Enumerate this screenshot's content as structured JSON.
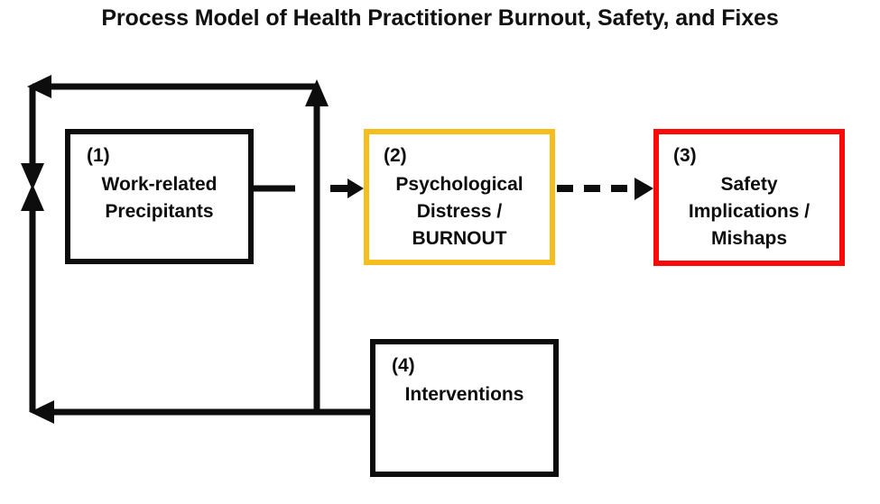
{
  "title": "Process Model of Health Practitioner Burnout, Safety, and Fixes",
  "colors": {
    "background": "#FFFFFF",
    "text": "#0D0D0D",
    "node_1_border": "#0D0D0D",
    "node_2_border": "#F5BE1E",
    "node_3_border": "#FB0A0A",
    "node_4_border": "#0D0D0D",
    "edge": "#0D0D0D"
  },
  "nodes": [
    {
      "id": "node-1",
      "index": "(1)",
      "label": "Work-related\nPrecipitants",
      "border_color": "#0D0D0D",
      "border_style": "solid"
    },
    {
      "id": "node-2",
      "index": "(2)",
      "label": "Psychological\nDistress /\nBURNOUT",
      "border_color": "#F5BE1E",
      "border_style": "solid"
    },
    {
      "id": "node-3",
      "index": "(3)",
      "label": "Safety\nImplications /\nMishaps",
      "border_color": "#FB0A0A",
      "border_style": "solid"
    },
    {
      "id": "node-4",
      "index": "(4)",
      "label": "Interventions",
      "border_color": "#0D0D0D",
      "border_style": "solid"
    }
  ],
  "edges": [
    {
      "id": "edge-1-to-2",
      "from": "node-1",
      "to": "node-2",
      "style": "solid",
      "arrow": "single",
      "label": ""
    },
    {
      "id": "edge-2-to-3",
      "from": "node-2",
      "to": "node-3",
      "style": "dashed",
      "arrow": "single",
      "label": ""
    },
    {
      "id": "edge-feedback-top",
      "from": "node-2",
      "to": "node-1",
      "style": "solid",
      "arrow": "single",
      "label": ""
    },
    {
      "id": "edge-interventions-feedback",
      "from": "node-4",
      "to": "node-1",
      "style": "solid",
      "arrow": "single",
      "label": ""
    }
  ]
}
